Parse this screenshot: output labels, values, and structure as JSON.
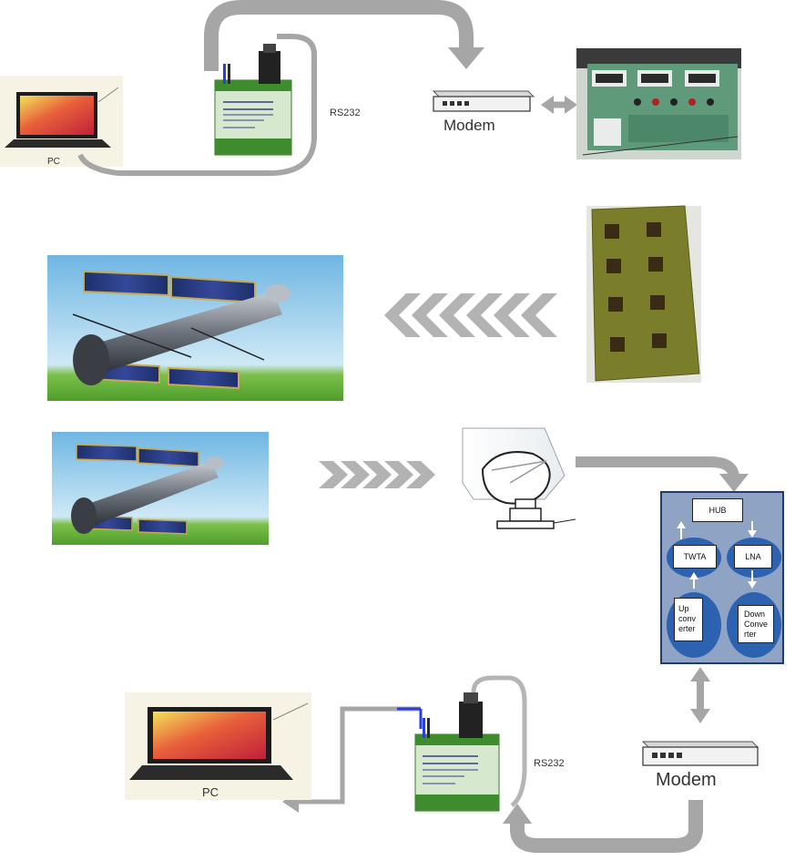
{
  "top": {
    "pc_label": "PC",
    "rs232_label": "RS232",
    "modem_label": "Modem"
  },
  "hub_block": {
    "hub": "HUB",
    "twta": "TWTA",
    "lna": "LNA",
    "upconverter_lines": [
      "Up",
      "conv",
      "erter"
    ],
    "downconverter_lines": [
      "Down",
      "Conve",
      "rter"
    ]
  },
  "bottom": {
    "pc_label": "PC",
    "rs232_label": "RS232",
    "modem_label": "Modem"
  },
  "colors": {
    "arrow_gray": "#a6a6a6",
    "hub_panel": "#8fa3c4",
    "hub_panel_border": "#1f3b73",
    "hub_circle": "#2d62b0",
    "sky_top": "#7ec2ea",
    "grass": "#5fae35",
    "patch_board": "#4a5a1a"
  }
}
